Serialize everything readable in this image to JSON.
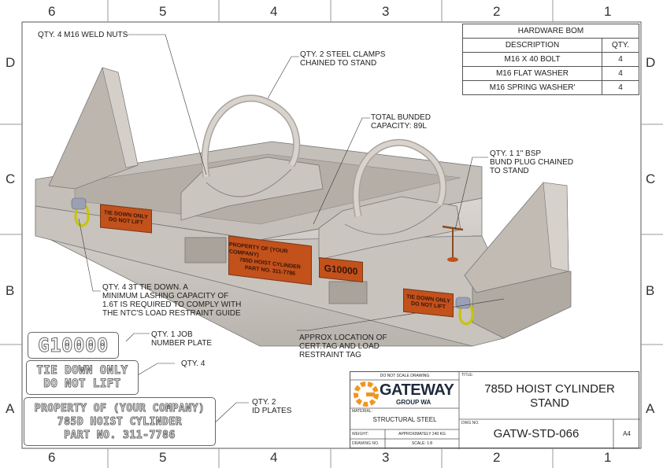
{
  "zones": {
    "columns": [
      "6",
      "5",
      "4",
      "3",
      "2",
      "1"
    ],
    "rows": [
      "D",
      "C",
      "B",
      "A"
    ]
  },
  "bom": {
    "title": "HARDWARE BOM",
    "headers": [
      "DESCRIPTION",
      "QTY."
    ],
    "rows": [
      {
        "description": "M16 X 40 BOLT",
        "qty": "4"
      },
      {
        "description": "M16 FLAT WASHER",
        "qty": "4"
      },
      {
        "description": "M16 SPRING WASHER'",
        "qty": "4"
      }
    ]
  },
  "callouts": {
    "weld_nuts": "QTY. 4 M16 WELD NUTS",
    "steel_clamps": "QTY. 2 STEEL CLAMPS\nCHAINED TO STAND",
    "bunded_capacity": "TOTAL BUNDED\nCAPACITY: 89L",
    "bsp_plug": "QTY. 1 1\" BSP\nBUND PLUG CHAINED\nTO STAND",
    "tie_down": "QTY. 4 3T TIE DOWN. A\nMINIMUM LASHING CAPACITY OF\n1.6T IS REQUIRED TO COMPLY WITH\nTHE NTC'S LOAD RESTRAINT GUIDE",
    "job_plate": "QTY. 1 JOB\nNUMBER PLATE",
    "tie_plate_qty": "QTY. 4",
    "id_plates": "QTY. 2\nID PLATES",
    "cert_tag": "APPROX LOCATION OF\nCERT.TAG AND LOAD\nRESTRAINT TAG"
  },
  "plates": {
    "job_number": "G10000",
    "tie_down_line1": "TIE DOWN ONLY",
    "tie_down_line2": "DO NOT LIFT",
    "property_line1": "PROPERTY OF (YOUR COMPANY)",
    "property_line2": "785D HOIST CYLINDER",
    "property_line3": "PART NO. 311-7786"
  },
  "model_plates": {
    "tie1a": "TIE DOWN ONLY",
    "tie1b": "DO NOT LIFT",
    "prop_a": "PROPERTY OF (YOUR COMPANY)",
    "prop_b": "785D HOIST CYLINDER",
    "prop_c": "PART NO. 311-7786",
    "job": "G10000",
    "tie2a": "TIE DOWN ONLY",
    "tie2b": "DO NOT LIFT"
  },
  "title_block": {
    "do_not_scale": "DO NOT SCALE DRAWING",
    "logo_main": "GATEWAY",
    "logo_sub": "GROUP WA",
    "title_label": "TITLE:",
    "title_line1": "785D HOIST CYLINDER",
    "title_line2": "STAND",
    "material_label": "MATERIAL:",
    "material": "STRUCTURAL STEEL",
    "weight_label": "WEIGHT:",
    "weight": "APPROXIMATELY 240 KG",
    "drawing_no_label": "DRAWING NO.",
    "scale": "SCALE: 1:8",
    "dwg_no_label": "DWG NO.",
    "dwg_no": "GATW-STD-066",
    "sheet_size": "A4"
  },
  "colors": {
    "steel": "#c9c4be",
    "plate_orange": "#c2511c",
    "tie_yellow": "#c8c400",
    "logo_orange": "#f0961e"
  }
}
